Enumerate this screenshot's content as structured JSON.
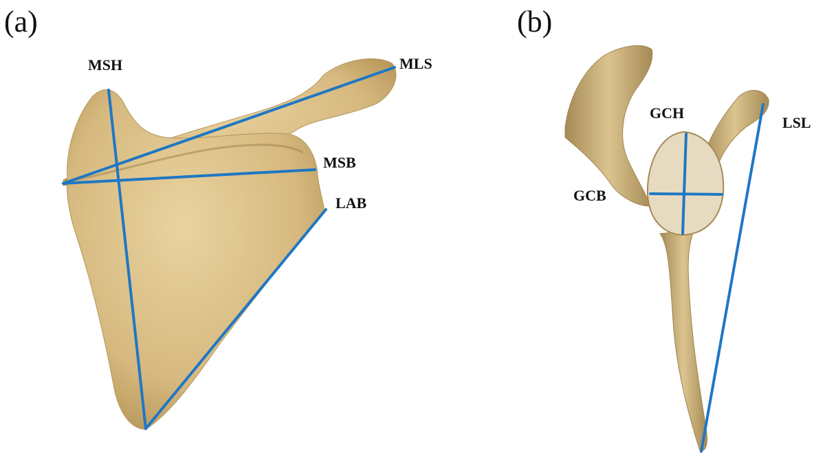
{
  "panels": {
    "a": {
      "label": "(a)"
    },
    "b": {
      "label": "(b)"
    }
  },
  "measurements": {
    "msh": "MSH",
    "mls": "MLS",
    "msb": "MSB",
    "lab": "LAB",
    "gch": "GCH",
    "lsl": "LSL",
    "gcb": "GCB"
  },
  "colors": {
    "line": "#1f77c4",
    "bone": "#d9bf86",
    "bone_shade": "#b89a5f",
    "glenoid": "#e8ddc4"
  }
}
